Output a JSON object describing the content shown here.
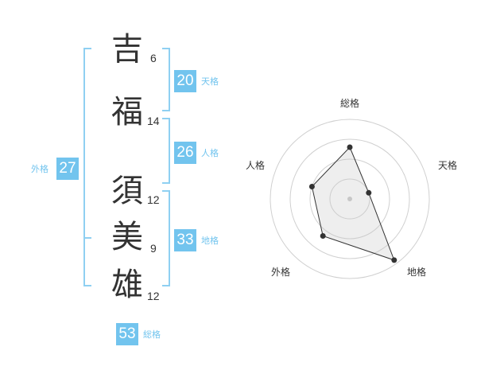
{
  "name": {
    "chars": [
      {
        "kanji": "吉",
        "strokes": "6"
      },
      {
        "kanji": "福",
        "strokes": "14"
      },
      {
        "kanji": "須",
        "strokes": "12"
      },
      {
        "kanji": "美",
        "strokes": "9"
      },
      {
        "kanji": "雄",
        "strokes": "12"
      }
    ]
  },
  "scores": {
    "tenkaku": {
      "value": "20",
      "label": "天格"
    },
    "jinkaku": {
      "value": "26",
      "label": "人格"
    },
    "chikaku": {
      "value": "33",
      "label": "地格"
    },
    "gaikaku": {
      "value": "27",
      "label": "外格"
    },
    "soukaku": {
      "value": "53",
      "label": "総格"
    }
  },
  "colors": {
    "accent": "#72c4ee",
    "bracket": "#8fd0f2",
    "text": "#333333"
  },
  "chart_data": {
    "type": "radar",
    "axes": [
      "総格",
      "天格",
      "地格",
      "外格",
      "人格"
    ],
    "levels": 4,
    "scale_max": 4,
    "values": [
      2.6,
      1.0,
      3.8,
      2.3,
      2.0
    ]
  }
}
